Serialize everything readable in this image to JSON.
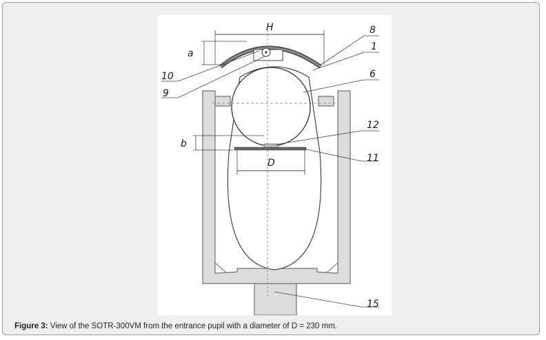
{
  "figure": {
    "labels": {
      "H": "H",
      "a": "a",
      "b": "b",
      "D": "D",
      "n1": "1",
      "n6": "6",
      "n8": "8",
      "n9": "9",
      "n10": "10",
      "n11": "11",
      "n12": "12",
      "n15": "15"
    },
    "caption": {
      "label": "Figure 3:",
      "text": " View of the SOTR-300VM from the entrance pupil with a diameter of D = 230 mm."
    }
  }
}
